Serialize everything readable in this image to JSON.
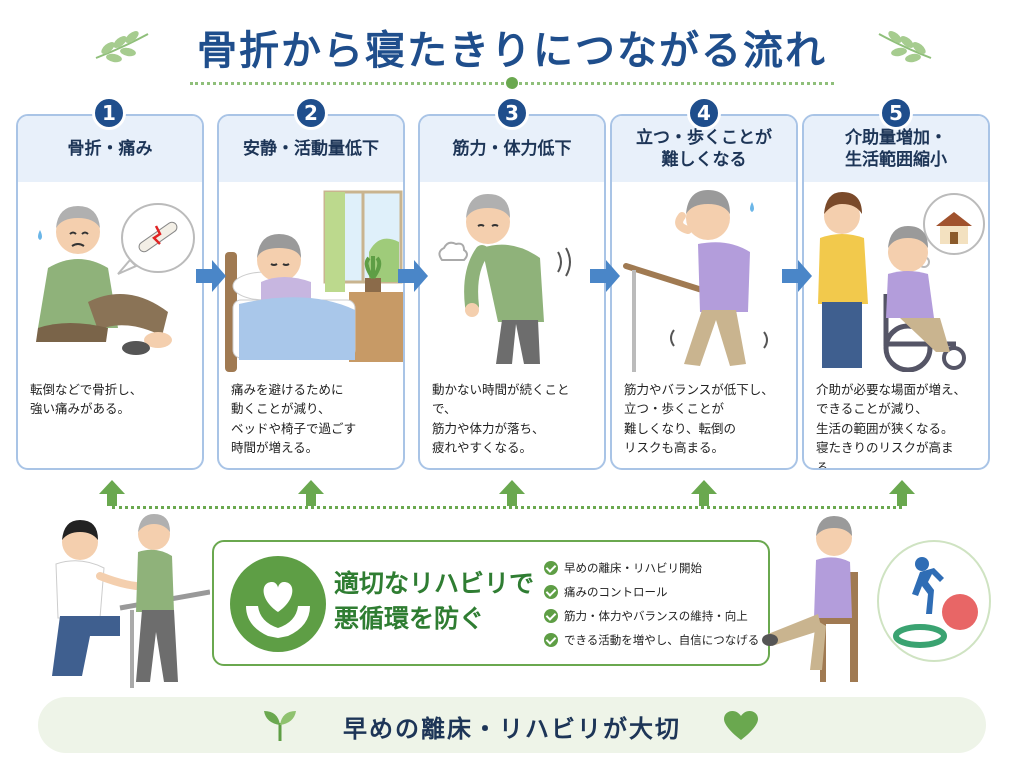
{
  "title": "骨折から寝たきりにつながる流れ",
  "steps": [
    {
      "number": "1",
      "title": "骨折・痛み",
      "description": "転倒などで骨折し、\n強い痛みがある。"
    },
    {
      "number": "2",
      "title": "安静・活動量低下",
      "description": "痛みを避けるために\n動くことが減り、\nベッドや椅子で過ごす\n時間が増える。"
    },
    {
      "number": "3",
      "title": "筋力・体力低下",
      "description": "動かない時間が続くことで、\n筋力や体力が落ち、\n疲れやすくなる。"
    },
    {
      "number": "4",
      "title": "立つ・歩くことが\n難しくなる",
      "description": "筋力やバランスが低下し、\n立つ・歩くことが\n難しくなり、転倒の\nリスクも高まる。"
    },
    {
      "number": "5",
      "title": "介助量増加・\n生活範囲縮小",
      "description": "介助が必要な場面が増え、\nできることが減り、\n生活の範囲が狭くなる。\n寝たきりのリスクが高まる。"
    }
  ],
  "rehab": {
    "title_line1": "適切なリハビリで",
    "title_line2": "悪循環を防ぐ",
    "points": [
      "早めの離床・リハビリ開始",
      "痛みのコントロール",
      "筋力・体力やバランスの維持・向上",
      "できる活動を増やし、自信につなげる"
    ]
  },
  "banner": "早めの離床・リハビリが大切",
  "colors": {
    "title": "#1f4e8c",
    "step_border": "#a9c4e6",
    "step_head": "#e8f0fa",
    "arrow": "#4a86c8",
    "green": "#6aa84f",
    "banner_bg": "#eef4e8"
  }
}
